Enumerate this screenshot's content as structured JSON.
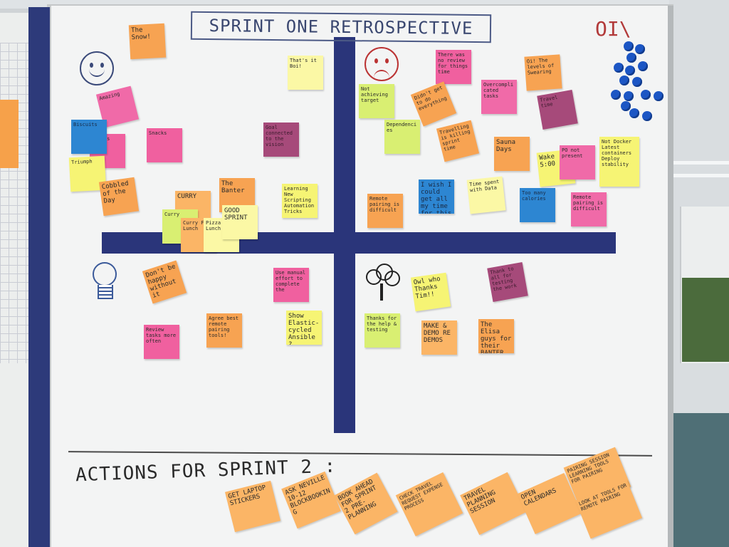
{
  "board": {
    "title": "SPRINT ONE RETROSPECTIVE",
    "actions_title": "ACTIONS FOR SPRINT 2 :",
    "corner_mark": "OI\\"
  },
  "notes": {
    "went_well": [
      "The Snow!",
      "That's it Boi!",
      "Amazing",
      "Snacks",
      "Dennis",
      "Biscuits",
      "Goal connected to the vision",
      "Triumph",
      "Cobbled of the Day",
      "CURRY",
      "The Banter",
      "Learning New Scripting Automation Tricks",
      "Curry",
      "Curry For Lunch",
      "Pizza at Lunch",
      "GOOD SPRINT"
    ],
    "to_improve": [
      "Not achieving target",
      "There was no review for things time",
      "Oi! The levels of Swearing",
      "Overcomplicated tasks",
      "Didn't get to do everything",
      "Dependencies",
      "Travelling is killing sprint time",
      "Travel time",
      "Sauna Days",
      "Wake 5:00",
      "Not Docker Latest containers Deploy stability",
      "PO not present",
      "I wish I could get all my time for this",
      "Time spent with Data",
      "Too many calories",
      "Remote pairing is difficult"
    ],
    "ideas": [
      "Don't be happy without it",
      "Use manual effort to complete the",
      "Show Elastic-cycled Ansible ?",
      "Agree best remote pairing tools!",
      "Review tasks more often"
    ],
    "appreciation": [
      "Owl who Thanks Tim!!",
      "Thank to all for testing the work",
      "Thanks for the help & testing",
      "MAKE & DEMO RE DEMOS",
      "The Elisa guys for their BANTER"
    ],
    "actions": [
      "GET LAPTOP STICKERS",
      "ASK NEVILLE 10-12 BLOCKBOOKING",
      "BOOK AHEAD FOR SPRINT 2 PRE-PLANNING",
      "CHECK TRAVEL REQUEST EXPENSE PROCESS",
      "TRAVEL PLANNING SESSION",
      "OPEN CALENDARS",
      "PAIRING SESSION LEARNING TOOLS FOR PAIRING",
      "LOOK AT TOOLS FOR REMOTE PAIRING"
    ]
  },
  "colors": {
    "tape": "#2a357a",
    "magnets": "#1c56c4",
    "orange": "#f7a352",
    "pink": "#f0609f",
    "yellow": "#f6f474",
    "blue": "#2d86d2",
    "plum": "#a64a7a"
  },
  "icons": [
    "happy-face-icon",
    "sad-face-icon",
    "lightbulb-icon",
    "tree-icon",
    "magnet-icon"
  ]
}
